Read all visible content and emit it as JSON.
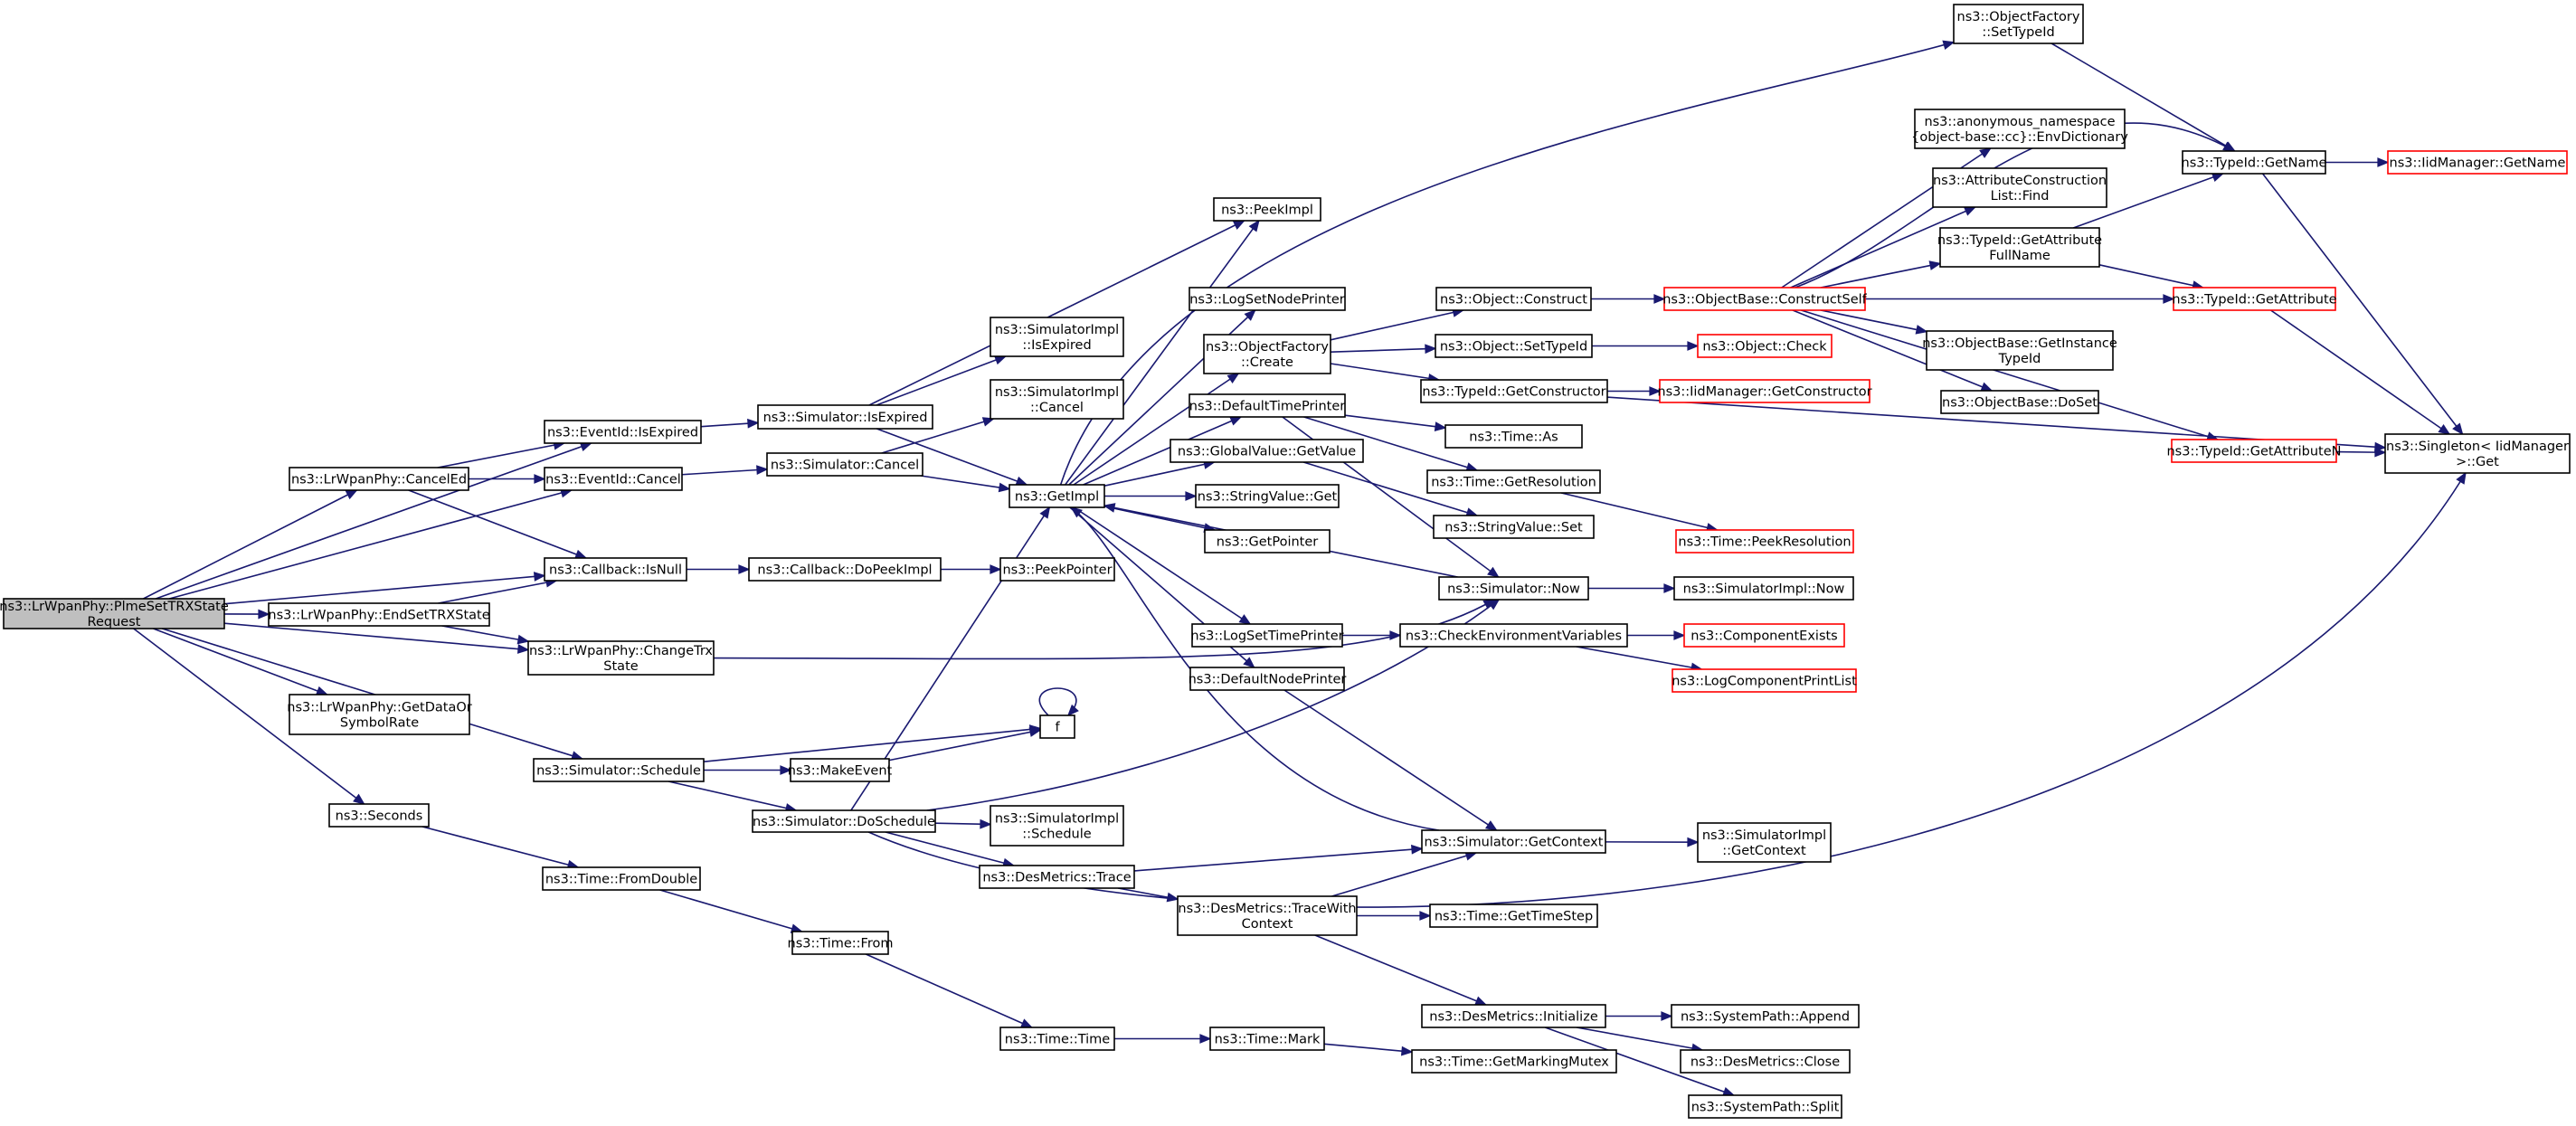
{
  "diagram": {
    "title": "",
    "colors": {
      "edge": "#191970",
      "node_border": "#000000",
      "truncated_border": "#ff0000",
      "root_fill": "#bfbfbf"
    },
    "nodes": [
      {
        "id": "root",
        "lines": [
          "ns3::LrWpanPhy::PlmeSetTRXState",
          "Request"
        ],
        "style": "root"
      },
      {
        "id": "cancelEd",
        "lines": [
          "ns3::LrWpanPhy::CancelEd"
        ]
      },
      {
        "id": "endSet",
        "lines": [
          "ns3::LrWpanPhy::EndSetTRXState"
        ]
      },
      {
        "id": "getDataOr",
        "lines": [
          "ns3::LrWpanPhy::GetDataOr",
          "SymbolRate"
        ]
      },
      {
        "id": "seconds",
        "lines": [
          "ns3::Seconds"
        ]
      },
      {
        "id": "evExpired",
        "lines": [
          "ns3::EventId::IsExpired"
        ]
      },
      {
        "id": "evCancel",
        "lines": [
          "ns3::EventId::Cancel"
        ]
      },
      {
        "id": "cbIsNull",
        "lines": [
          "ns3::Callback::IsNull"
        ]
      },
      {
        "id": "changeTrx",
        "lines": [
          "ns3::LrWpanPhy::ChangeTrx",
          "State"
        ]
      },
      {
        "id": "schedule",
        "lines": [
          "ns3::Simulator::Schedule"
        ]
      },
      {
        "id": "fromDouble",
        "lines": [
          "ns3::Time::FromDouble"
        ]
      },
      {
        "id": "simIsExpired",
        "lines": [
          "ns3::Simulator::IsExpired"
        ]
      },
      {
        "id": "simCancel",
        "lines": [
          "ns3::Simulator::Cancel"
        ]
      },
      {
        "id": "doPeekImpl",
        "lines": [
          "ns3::Callback::DoPeekImpl"
        ]
      },
      {
        "id": "makeEvent",
        "lines": [
          "ns3::MakeEvent"
        ]
      },
      {
        "id": "doSchedule",
        "lines": [
          "ns3::Simulator::DoSchedule"
        ]
      },
      {
        "id": "timeFrom",
        "lines": [
          "ns3::Time::From"
        ]
      },
      {
        "id": "peekImpl",
        "lines": [
          "ns3::PeekImpl"
        ]
      },
      {
        "id": "siIsExpired",
        "lines": [
          "ns3::SimulatorImpl",
          "::IsExpired"
        ]
      },
      {
        "id": "siCancel",
        "lines": [
          "ns3::SimulatorImpl",
          "::Cancel"
        ]
      },
      {
        "id": "getImpl",
        "lines": [
          "ns3::GetImpl"
        ]
      },
      {
        "id": "peekPointer",
        "lines": [
          "ns3::PeekPointer"
        ]
      },
      {
        "id": "f",
        "lines": [
          "f"
        ]
      },
      {
        "id": "siSchedule",
        "lines": [
          "ns3::SimulatorImpl",
          "::Schedule"
        ]
      },
      {
        "id": "dmTrace",
        "lines": [
          "ns3::DesMetrics::Trace"
        ]
      },
      {
        "id": "timeTime",
        "lines": [
          "ns3::Time::Time"
        ]
      },
      {
        "id": "logSetNode",
        "lines": [
          "ns3::LogSetNodePrinter"
        ]
      },
      {
        "id": "ofCreate",
        "lines": [
          "ns3::ObjectFactory",
          "::Create"
        ]
      },
      {
        "id": "defTimePrinter",
        "lines": [
          "ns3::DefaultTimePrinter"
        ]
      },
      {
        "id": "gvGetValue",
        "lines": [
          "ns3::GlobalValue::GetValue"
        ]
      },
      {
        "id": "svGet",
        "lines": [
          "ns3::StringValue::Get"
        ]
      },
      {
        "id": "getPointer",
        "lines": [
          "ns3::GetPointer"
        ]
      },
      {
        "id": "logSetTime",
        "lines": [
          "ns3::LogSetTimePrinter"
        ]
      },
      {
        "id": "defNodePrinter",
        "lines": [
          "ns3::DefaultNodePrinter"
        ]
      },
      {
        "id": "dmTraceWith",
        "lines": [
          "ns3::DesMetrics::TraceWith",
          "Context"
        ]
      },
      {
        "id": "timeMark",
        "lines": [
          "ns3::Time::Mark"
        ]
      },
      {
        "id": "objConstruct",
        "lines": [
          "ns3::Object::Construct"
        ]
      },
      {
        "id": "objSetTypeId",
        "lines": [
          "ns3::Object::SetTypeId"
        ]
      },
      {
        "id": "tidGetCtor",
        "lines": [
          "ns3::TypeId::GetConstructor"
        ]
      },
      {
        "id": "timeAs",
        "lines": [
          "ns3::Time::As"
        ]
      },
      {
        "id": "timeGetRes",
        "lines": [
          "ns3::Time::GetResolution"
        ]
      },
      {
        "id": "svSet",
        "lines": [
          "ns3::StringValue::Set"
        ]
      },
      {
        "id": "simNow",
        "lines": [
          "ns3::Simulator::Now"
        ]
      },
      {
        "id": "checkEnv",
        "lines": [
          "ns3::CheckEnvironmentVariables"
        ]
      },
      {
        "id": "simGetContext",
        "lines": [
          "ns3::Simulator::GetContext"
        ]
      },
      {
        "id": "timeGetStep",
        "lines": [
          "ns3::Time::GetTimeStep"
        ]
      },
      {
        "id": "dmInit",
        "lines": [
          "ns3::DesMetrics::Initialize"
        ]
      },
      {
        "id": "timeGetMarkMutex",
        "lines": [
          "ns3::Time::GetMarkingMutex"
        ]
      },
      {
        "id": "obConstructSelf",
        "lines": [
          "ns3::ObjectBase::ConstructSelf"
        ],
        "style": "red"
      },
      {
        "id": "objCheck",
        "lines": [
          "ns3::Object::Check"
        ],
        "style": "red"
      },
      {
        "id": "iidGetCtor",
        "lines": [
          "ns3::IidManager::GetConstructor"
        ],
        "style": "red"
      },
      {
        "id": "timePeekRes",
        "lines": [
          "ns3::Time::PeekResolution"
        ],
        "style": "red"
      },
      {
        "id": "siNow",
        "lines": [
          "ns3::SimulatorImpl::Now"
        ]
      },
      {
        "id": "compExists",
        "lines": [
          "ns3::ComponentExists"
        ],
        "style": "red"
      },
      {
        "id": "logCompPrint",
        "lines": [
          "ns3::LogComponentPrintList"
        ],
        "style": "red"
      },
      {
        "id": "siGetContext",
        "lines": [
          "ns3::SimulatorImpl",
          "::GetContext"
        ]
      },
      {
        "id": "spAppend",
        "lines": [
          "ns3::SystemPath::Append"
        ]
      },
      {
        "id": "dmClose",
        "lines": [
          "ns3::DesMetrics::Close"
        ]
      },
      {
        "id": "spSplit",
        "lines": [
          "ns3::SystemPath::Split"
        ]
      },
      {
        "id": "ofSetTypeId",
        "lines": [
          "ns3::ObjectFactory",
          "::SetTypeId"
        ]
      },
      {
        "id": "envDict",
        "lines": [
          "ns3::anonymous_namespace",
          "{object-base::cc}::EnvDictionary"
        ]
      },
      {
        "id": "acListFind",
        "lines": [
          "ns3::AttributeConstruction",
          "List::Find"
        ]
      },
      {
        "id": "tidGetAttrFull",
        "lines": [
          "ns3::TypeId::GetAttribute",
          "FullName"
        ]
      },
      {
        "id": "obGetInstance",
        "lines": [
          "ns3::ObjectBase::GetInstance",
          "TypeId"
        ]
      },
      {
        "id": "obDoSet",
        "lines": [
          "ns3::ObjectBase::DoSet"
        ]
      },
      {
        "id": "tidGetName",
        "lines": [
          "ns3::TypeId::GetName"
        ]
      },
      {
        "id": "tidGetAttr",
        "lines": [
          "ns3::TypeId::GetAttribute"
        ],
        "style": "red"
      },
      {
        "id": "tidGetAttrN",
        "lines": [
          "ns3::TypeId::GetAttributeN"
        ],
        "style": "red"
      },
      {
        "id": "iidGetName",
        "lines": [
          "ns3::IidManager::GetName"
        ],
        "style": "red"
      },
      {
        "id": "singletonGet",
        "lines": [
          "ns3::Singleton< IidManager",
          ">::Get"
        ]
      }
    ]
  }
}
